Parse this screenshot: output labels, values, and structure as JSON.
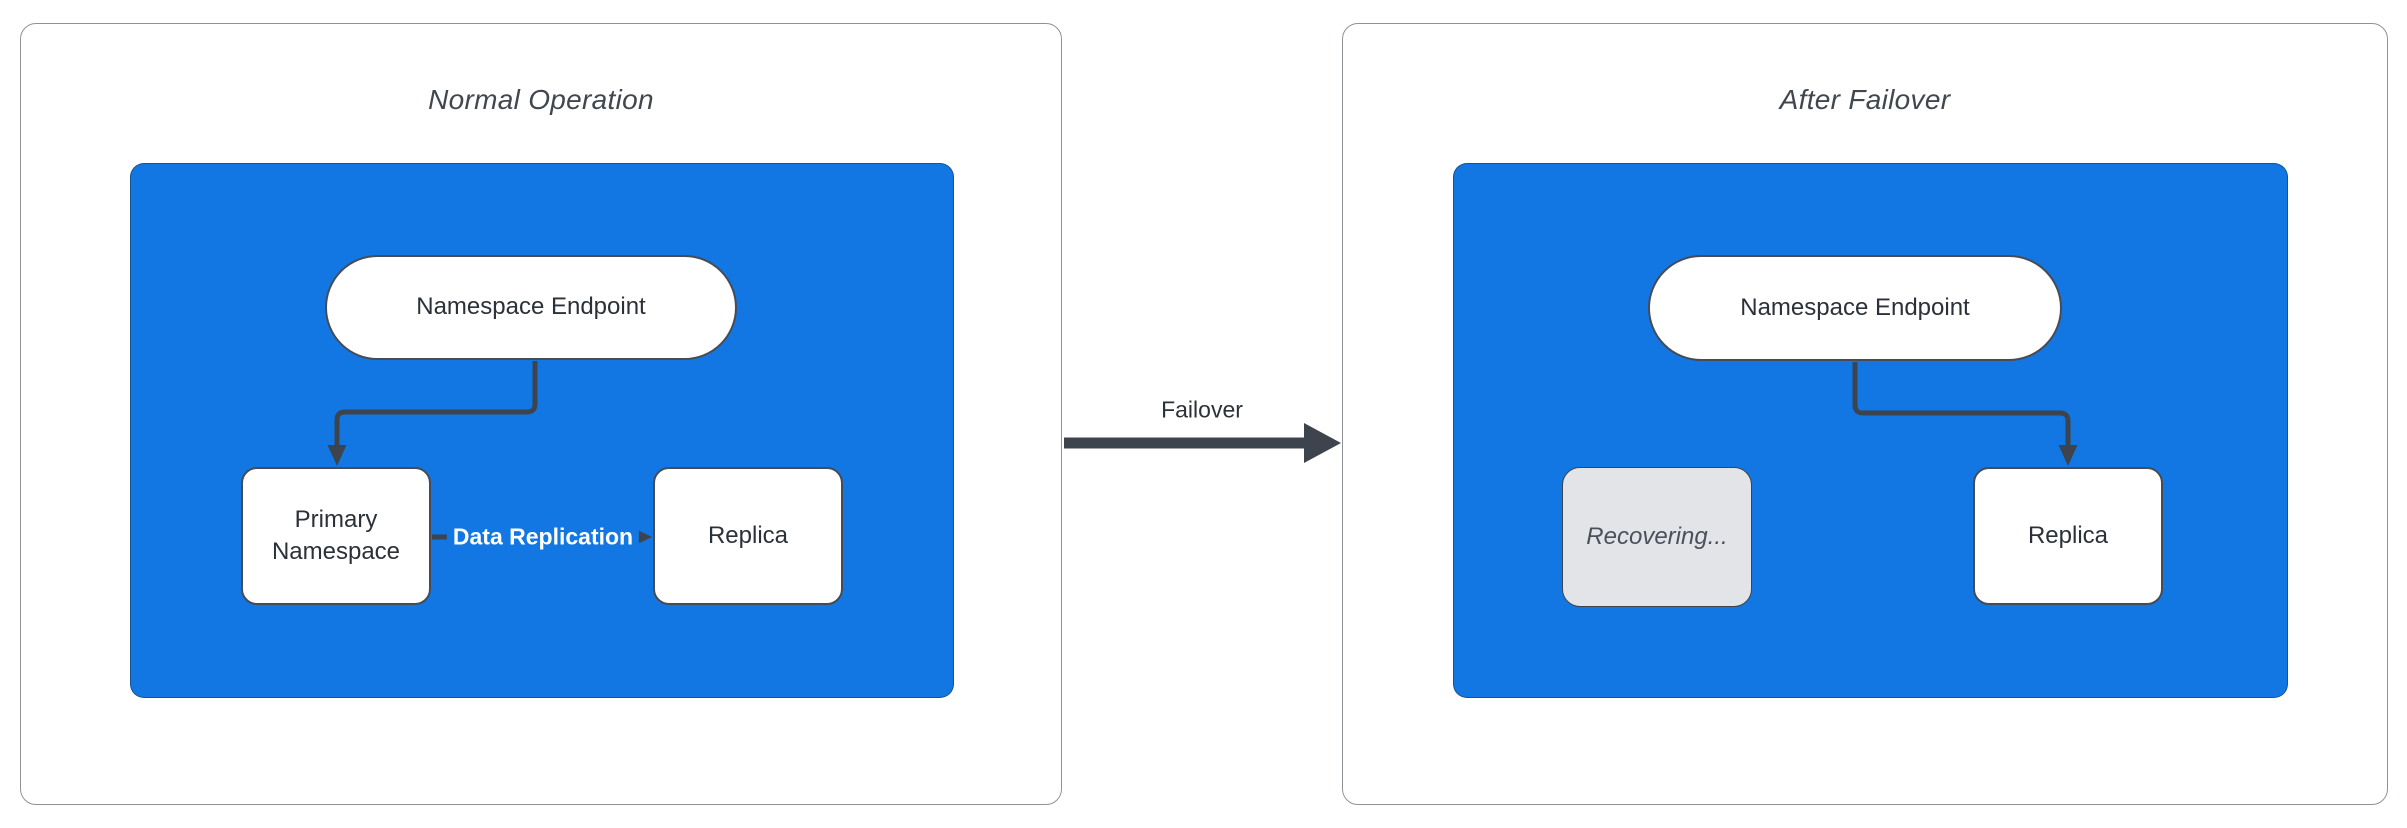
{
  "colors": {
    "cluster_blue": "#1277E2",
    "connector_dark": "#3D444D",
    "node_border": "#464C55",
    "node_text": "#2B3138",
    "title_text": "#41474F",
    "panel_border": "#8F9399",
    "recovering_fill": "#E2E4E8",
    "recovering_border": "#3E444D",
    "recovering_text": "#4A515B",
    "replication_label_text": "#FFFFFF",
    "page_bg": "#FFFFFF"
  },
  "left_panel": {
    "title": "Normal Operation",
    "endpoint_label": "Namespace Endpoint",
    "primary_label": "Primary Namespace",
    "replica_label": "Replica",
    "replication_label": "Data Replication"
  },
  "failover": {
    "label": "Failover"
  },
  "right_panel": {
    "title": "After Failover",
    "endpoint_label": "Namespace Endpoint",
    "recovering_label": "Recovering...",
    "replica_label": "Replica"
  }
}
